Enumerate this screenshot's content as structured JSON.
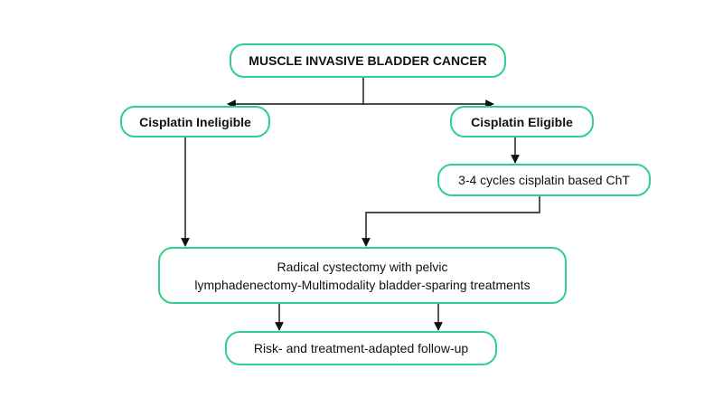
{
  "colors": {
    "node_border": "#2fd08a",
    "arrow": "#111111",
    "text": "#111111"
  },
  "nodes": {
    "root": "MUSCLE INVASIVE BLADDER CANCER",
    "ineligible": "Cisplatin Ineligible",
    "eligible": "Cisplatin Eligible",
    "chemo": "3-4 cycles cisplatin based ChT",
    "surgery_line1": "Radical cystectomy with pelvic",
    "surgery_line2": "lymphadenectomy-Multimodality bladder-sparing treatments",
    "followup": "Risk- and treatment-adapted follow-up"
  }
}
